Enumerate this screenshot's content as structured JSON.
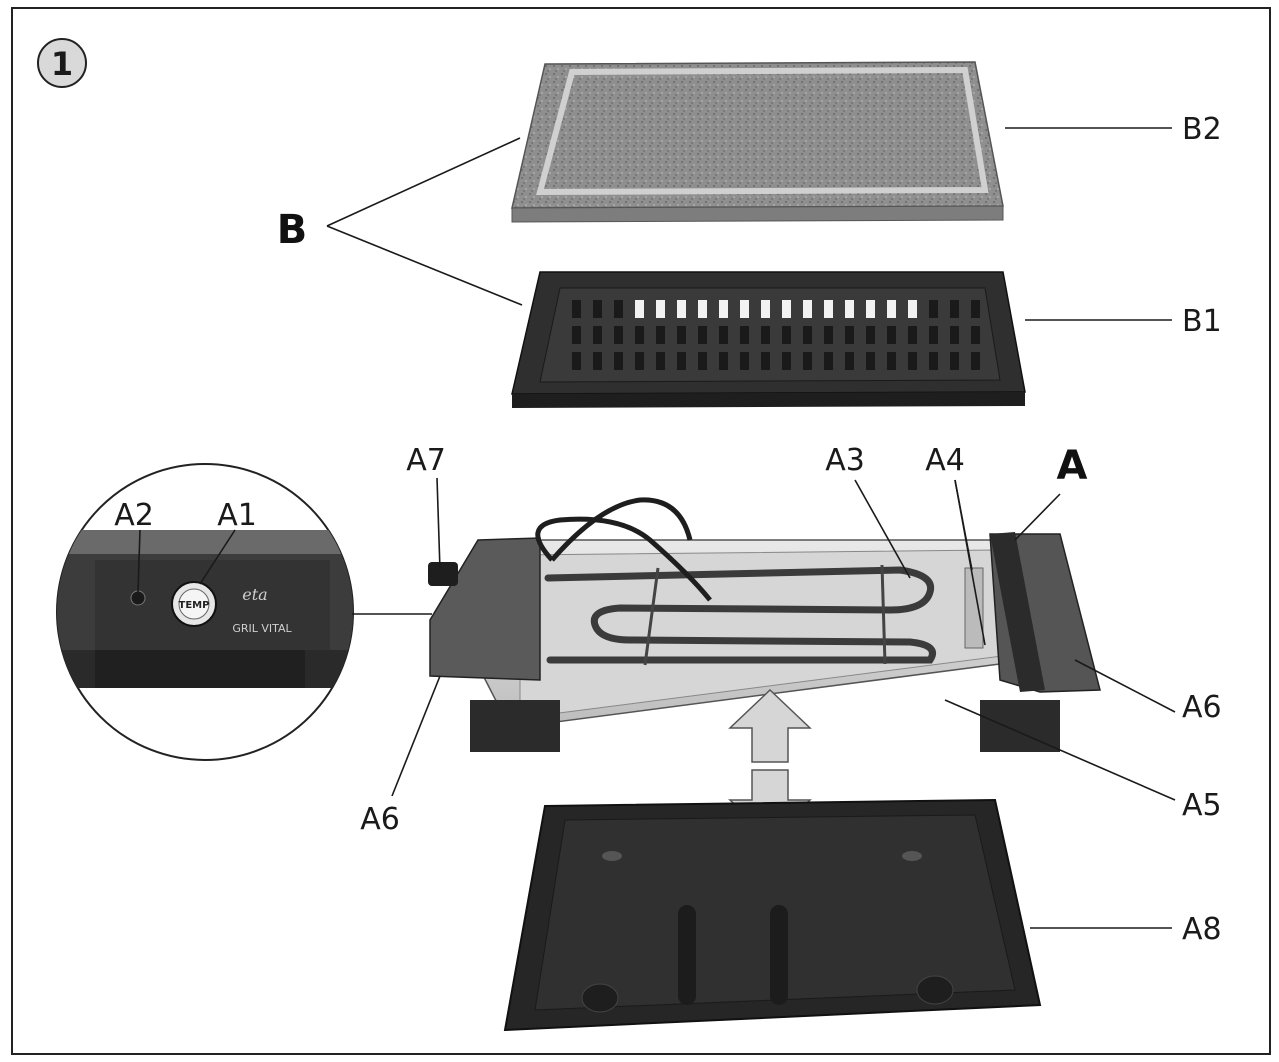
{
  "figure": {
    "step_number": "1",
    "group_labels": {
      "B": "B",
      "A": "A"
    },
    "part_labels": {
      "B2": "B2",
      "B1": "B1",
      "A7": "A7",
      "A3": "A3",
      "A4": "A4",
      "A2": "A2",
      "A1": "A1",
      "A6_right": "A6",
      "A6_left": "A6",
      "A5": "A5",
      "A8": "A8"
    },
    "dial_text": "TEMP",
    "brand_text": "GRIL VITAL",
    "logo_text": "eta"
  },
  "colors": {
    "stone": "#8c8c8c",
    "stone_border": "#c8c8c8",
    "grill_plate": "#2b2b2b",
    "tray": "#262626",
    "handle": "#4a4a4a",
    "frame": "#222222"
  }
}
